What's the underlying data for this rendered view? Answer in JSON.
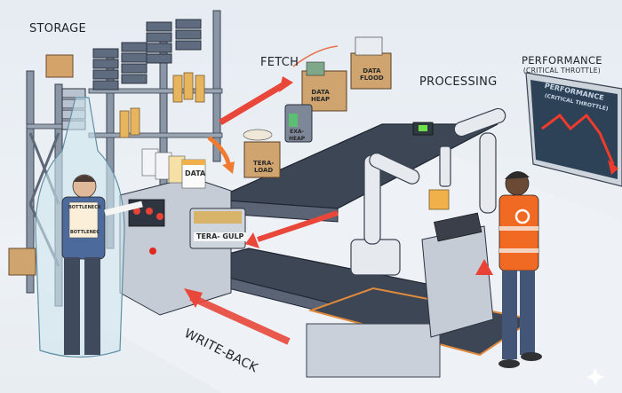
{
  "labels": {
    "storage": "STORAGE",
    "fetch": "FETCH",
    "processing": "PROCESSING",
    "performance_title": "PERFORMANCE",
    "performance_sub": "(CRITICAL THROTTLE)",
    "write_back": "WRITE-BACK"
  },
  "monitor": {
    "title": "PERFORMANCE",
    "subtitle": "(CRITICAL THROTTLE)"
  },
  "boxes": {
    "data_heap": [
      "DATA",
      "HEAP"
    ],
    "data_flood": [
      "DATA",
      "FLOOD"
    ],
    "exa_heap": [
      "EXA-",
      "HEAP"
    ],
    "tera_load": [
      "TERA-",
      "LOAD"
    ],
    "tera_gulp": "TERA-  GULP",
    "data_file": "DATA"
  },
  "bottleneck": {
    "top": "BOTTLENECK",
    "bottom": "BOTTLENEC"
  },
  "colors": {
    "arrow_red": "#e8473a",
    "vest_orange": "#f06a24",
    "cardboard": "#cfa46e",
    "chip_green": "#6ee04a",
    "monitor_bg": "#2d4257"
  }
}
